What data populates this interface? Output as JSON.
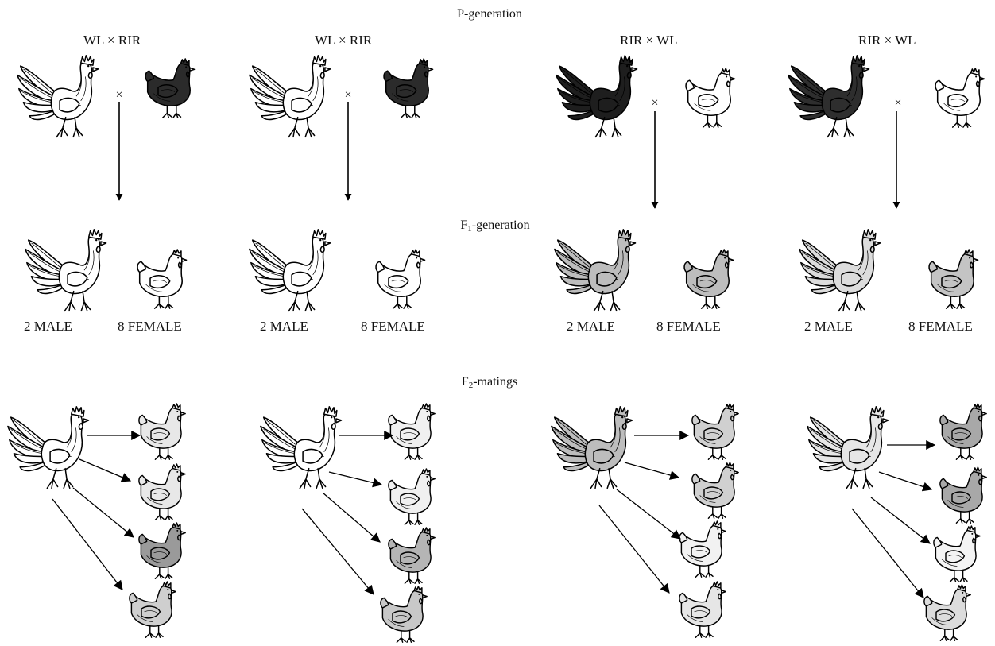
{
  "headings": {
    "p_generation": "P-generation",
    "f1_prefix": "F",
    "f1_sub": "1",
    "f1_suffix": "-generation",
    "f2_prefix": "F",
    "f2_sub": "2",
    "f2_suffix": "-matings"
  },
  "cross_symbol": "×",
  "columns": [
    {
      "cross_label": "WL × RIR",
      "p_rooster": {
        "fill": "#ffffff",
        "icon": "rooster-icon"
      },
      "p_hen": {
        "fill": "#2b2b2b",
        "icon": "hen-icon"
      },
      "f1_rooster": {
        "fill": "#ffffff"
      },
      "f1_hen": {
        "fill": "#ffffff"
      },
      "male_label": "2 MALE",
      "female_label": "8 FEMALE",
      "f2_rooster": {
        "fill": "#ffffff"
      },
      "f2_hens": [
        "#e8e8e8",
        "#e8e8e8",
        "#9a9a9a",
        "#cfcfcf"
      ]
    },
    {
      "cross_label": "WL × RIR",
      "p_rooster": {
        "fill": "#ffffff",
        "icon": "rooster-icon"
      },
      "p_hen": {
        "fill": "#2b2b2b",
        "icon": "hen-icon"
      },
      "f1_rooster": {
        "fill": "#ffffff"
      },
      "f1_hen": {
        "fill": "#ffffff"
      },
      "male_label": "2 MALE",
      "female_label": "8 FEMALE",
      "f2_rooster": {
        "fill": "#ffffff"
      },
      "f2_hens": [
        "#f0f0f0",
        "#f0f0f0",
        "#b5b5b5",
        "#c8c8c8"
      ]
    },
    {
      "cross_label": "RIR × WL",
      "p_rooster": {
        "fill": "#1e1e1e",
        "icon": "rooster-icon"
      },
      "p_hen": {
        "fill": "#ffffff",
        "icon": "hen-icon"
      },
      "f1_rooster": {
        "fill": "#bdbdbd"
      },
      "f1_hen": {
        "fill": "#bdbdbd"
      },
      "male_label": "2 MALE",
      "female_label": "8 FEMALE",
      "f2_rooster": {
        "fill": "#bdbdbd"
      },
      "f2_hens": [
        "#d0d0d0",
        "#d0d0d0",
        "#f2f2f2",
        "#e6e6e6"
      ]
    },
    {
      "cross_label": "RIR × WL",
      "p_rooster": {
        "fill": "#2e2e2e",
        "icon": "rooster-icon"
      },
      "p_hen": {
        "fill": "#ffffff",
        "icon": "hen-icon"
      },
      "f1_rooster": {
        "fill": "#dcdcdc"
      },
      "f1_hen": {
        "fill": "#c4c4c4"
      },
      "male_label": "2 MALE",
      "female_label": "8 FEMALE",
      "f2_rooster": {
        "fill": "#e6e6e6"
      },
      "f2_hens": [
        "#a8a8a8",
        "#a8a8a8",
        "#f4f4f4",
        "#dcdcdc"
      ]
    }
  ]
}
